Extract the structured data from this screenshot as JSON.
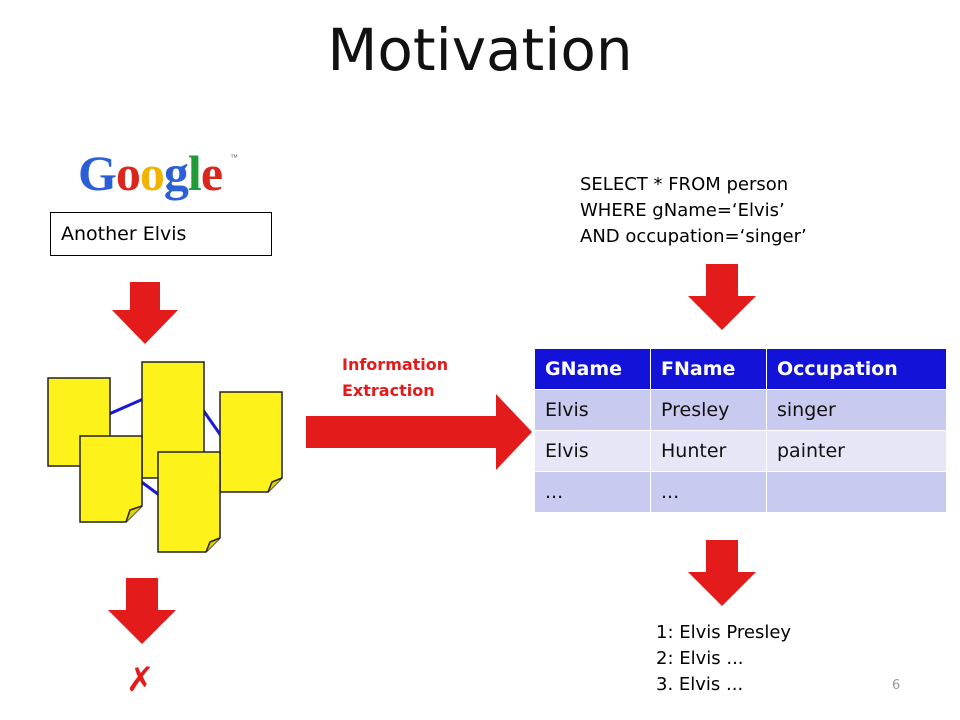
{
  "slide": {
    "title": "Motivation",
    "page_number": "6"
  },
  "google": {
    "logo_text": "Google",
    "trademark": "™",
    "search_query": "Another Elvis"
  },
  "query": {
    "lines": [
      "SELECT * FROM person",
      "WHERE gName=‘Elvis’",
      "AND occupation=‘singer’"
    ]
  },
  "extraction": {
    "label_line1": "Information",
    "label_line2": "Extraction"
  },
  "table": {
    "headers": [
      "GName",
      "FName",
      "Occupation"
    ],
    "rows": [
      [
        "Elvis",
        "Presley",
        "singer"
      ],
      [
        "Elvis",
        "Hunter",
        "painter"
      ],
      [
        "...",
        "...",
        ""
      ]
    ]
  },
  "results": {
    "lines": [
      "1: Elvis Presley",
      "2: Elvis ...",
      "3. Elvis ..."
    ]
  },
  "outcome": {
    "fail_mark": "✗"
  },
  "colors": {
    "arrow": "#e31b1b",
    "document_fill": "#fdf21a",
    "link": "#1a1ad6",
    "table_header": "#1212d8",
    "row_odd": "#c9caef",
    "row_even": "#e6e6f6"
  }
}
